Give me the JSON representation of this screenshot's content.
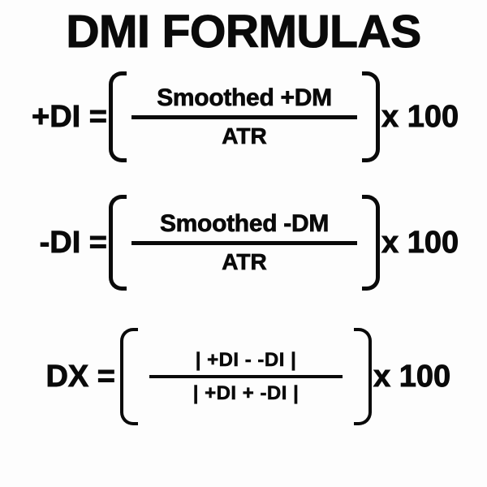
{
  "page": {
    "title": "DMI FORMULAS",
    "background_color": "#fdfdfd",
    "ink_color": "#0a0a0a"
  },
  "formulas": [
    {
      "id": "plus-di",
      "lhs": "+DI =",
      "numerator": "Smoothed +DM",
      "denominator": "ATR",
      "rhs": "x 100",
      "bracket_left": "[",
      "bracket_right": "]"
    },
    {
      "id": "minus-di",
      "lhs": "-DI =",
      "numerator": "Smoothed -DM",
      "denominator": "ATR",
      "rhs": "x 100",
      "bracket_left": "[",
      "bracket_right": "]"
    },
    {
      "id": "dx",
      "lhs": "DX =",
      "numerator": "| +DI - -DI |",
      "denominator": "| +DI + -DI |",
      "rhs": "x 100",
      "bracket_left": "[",
      "bracket_right": "]"
    }
  ]
}
